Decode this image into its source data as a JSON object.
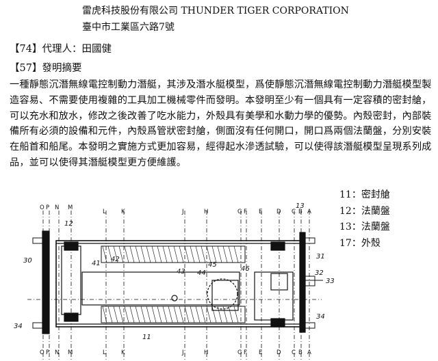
{
  "header": {
    "applicant": "雷虎科技股份有限公司 THUNDER TIGER CORPORATION",
    "address": "臺中市工業區六路7號"
  },
  "agent": {
    "code": "【74】",
    "label": "代理人：",
    "name": "田國健"
  },
  "abstract": {
    "code": "【57】",
    "title": "發明摘要",
    "text": "一種靜態沉潛無線電控制動力潛艇，其涉及潛水艇模型，爲使靜態沉潛無線電控制動力潛艇模型製造容易、不需要使用複雜的工具加工機械零件而發明。本發明至少有一個具有一定容積的密封艙，可以充水和放水，修改之後改善了吃水能力，外殼具有美學和水動力學的優勢。內殼密封，內部裝備所有必須的設備和元件，內殼爲管狀密封艙，側面沒有任何開口，開口爲兩個法蘭盤，分別安裝在船首和船尾。本發明之實施方式更加容易，經得起水滲透試驗，可以使得該潛艇模型呈現系列成品，並可以使得其潛艇模型更方便維護。"
  },
  "legend": [
    {
      "num": "11",
      "label": "密封艙"
    },
    {
      "num": "12",
      "label": "法蘭盤"
    },
    {
      "num": "13",
      "label": "法蘭盤"
    },
    {
      "num": "17",
      "label": "外殼"
    }
  ],
  "drawing": {
    "section_letters_top": [
      "O",
      "P",
      "N",
      "M",
      "L",
      "K",
      "J",
      "H",
      "G",
      "F",
      "E",
      "D",
      "C",
      "B",
      "A"
    ],
    "section_letters_bottom": [
      "O",
      "P",
      "N",
      "M",
      "L",
      "K",
      "J",
      "H",
      "G",
      "F",
      "E",
      "D",
      "C",
      "B",
      "A"
    ],
    "reference_numerals": [
      "12",
      "13",
      "30",
      "31",
      "32",
      "33",
      "34",
      "34",
      "41",
      "42",
      "43",
      "44",
      "45",
      "46",
      "11"
    ]
  }
}
